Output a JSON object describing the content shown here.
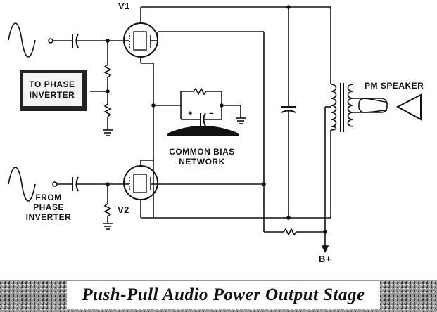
{
  "labels": {
    "v1": "V1",
    "v2": "V2",
    "pm_speaker": "PM SPEAKER",
    "to_phase_inverter": [
      "TO PHASE",
      "INVERTER"
    ],
    "common_bias_network": [
      "COMMON BIAS",
      "NETWORK"
    ],
    "from_phase_inverter": [
      "FROM",
      "PHASE",
      "INVERTER"
    ],
    "b_plus": "B+",
    "bias_cap_plus": "+",
    "bias_cap_minus": "−"
  },
  "title": "Push-Pull Audio Power Output Stage"
}
